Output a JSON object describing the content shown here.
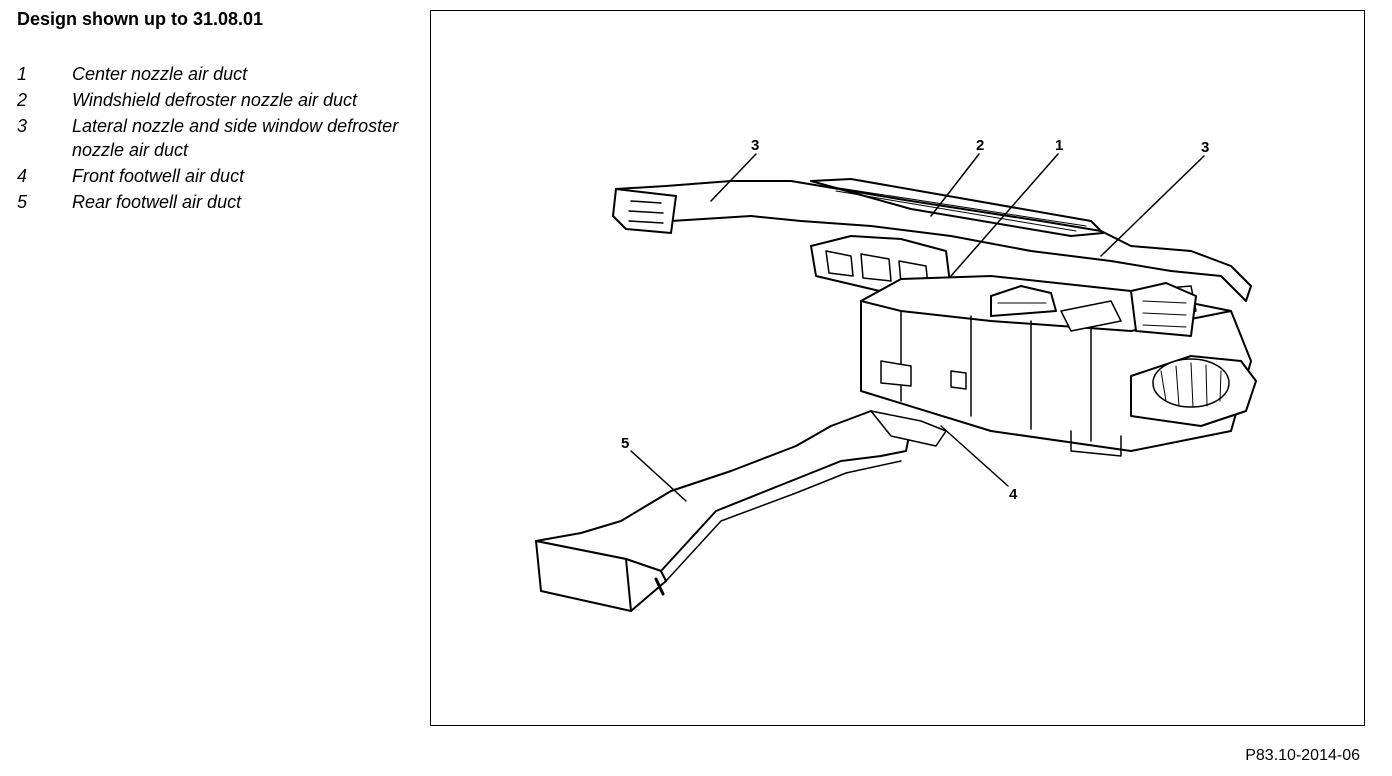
{
  "title": "Design shown up to 31.08.01",
  "legend": [
    {
      "num": "1",
      "text": "Center nozzle air duct"
    },
    {
      "num": "2",
      "text": "Windshield defroster nozzle air duct"
    },
    {
      "num": "3",
      "text": "Lateral nozzle and side window defroster nozzle air duct"
    },
    {
      "num": "4",
      "text": "Front footwell air duct"
    },
    {
      "num": "5",
      "text": "Rear footwell air duct"
    }
  ],
  "callouts": {
    "c3_left": "3",
    "c2": "2",
    "c1": "1",
    "c3_right": "3",
    "c4": "4",
    "c5": "5"
  },
  "figure_id": "P83.10-2014-06"
}
